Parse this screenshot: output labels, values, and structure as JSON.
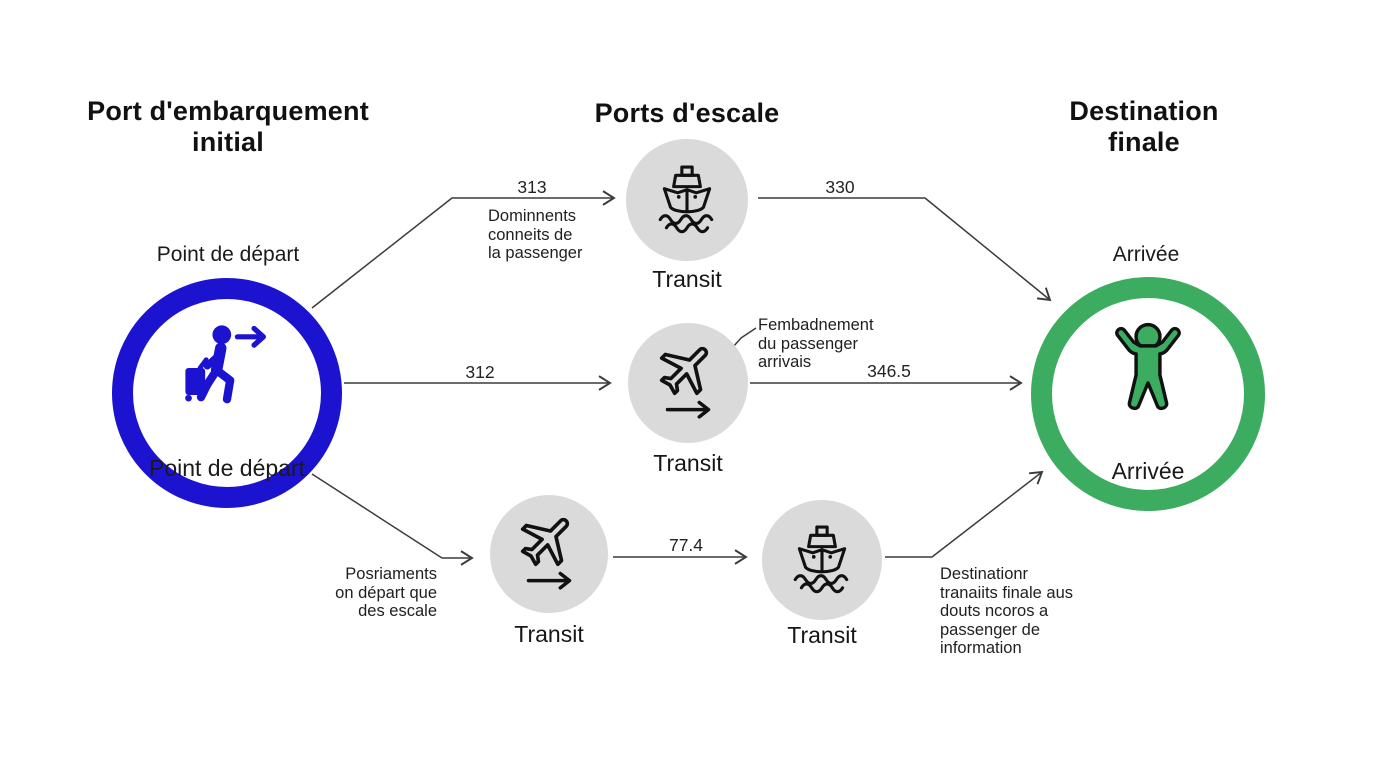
{
  "colors": {
    "primary_blue": "#1c13d1",
    "success_green": "#3bac60",
    "transit_gray": "#dadada",
    "line_gray": "#3c3c3c",
    "text": "#1a1a1a"
  },
  "headers": {
    "start": "Port d'embarquement\ninitial",
    "middle": "Ports d'escale",
    "end": "Destination\nfinale"
  },
  "start_node": {
    "label_above": "Point de départ",
    "label_inside": "Point de départ",
    "icon": "traveler-with-luggage-icon"
  },
  "end_node": {
    "label_above": "Arrivée",
    "label_inside": "Arrivée",
    "icon": "person-celebrating-icon"
  },
  "transits": [
    {
      "label": "Transit",
      "icon": "ship-icon"
    },
    {
      "label": "Transit",
      "icon": "plane-icon"
    },
    {
      "label": "Transit",
      "icon": "plane-icon"
    },
    {
      "label": "Transit",
      "icon": "ship-icon"
    }
  ],
  "edge_values": {
    "start_to_ship_top": "313",
    "ship_top_to_end": "330",
    "start_to_plane_mid": "312",
    "plane_mid_to_end": "346.5",
    "plane_bottom_to_ship_bottom": "77.4"
  },
  "notes": {
    "top": "Dominnents\nconneits de\nla passenger",
    "middle": "Fembadnement\ndu passenger\narrivais",
    "bottom_left": "Posriaments\non départ que\ndes escale",
    "bottom_right": "Destinationr\ntranaiits finale aus\ndouts ncoros a\npassenger de\ninformation"
  }
}
